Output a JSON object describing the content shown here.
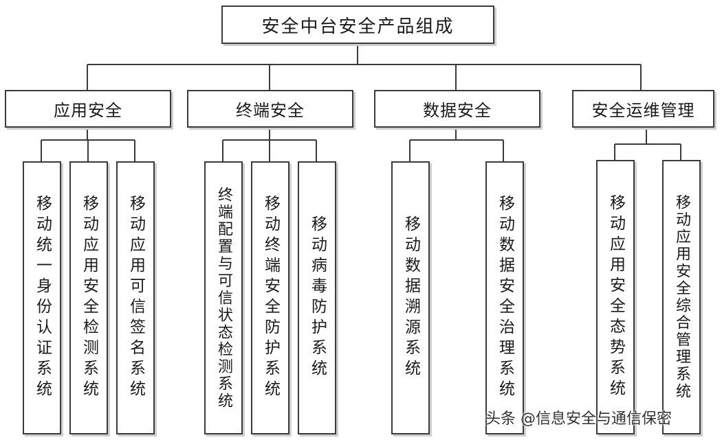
{
  "root": "安全中台安全产品组成",
  "categories": [
    {
      "name": "应用安全",
      "items": [
        "移动统一身份认证系统",
        "移动应用安全检测系统",
        "移动应用可信签名系统"
      ]
    },
    {
      "name": "终端安全",
      "items": [
        "终端配置与可信状态检测系统",
        "移动终端安全防护系统",
        "移动病毒防护系统"
      ]
    },
    {
      "name": "数据安全",
      "items": [
        "移动数据溯源系统",
        "移动数据安全治理系统"
      ]
    },
    {
      "name": "安全运维管理",
      "items": [
        "移动应用安全态势系统",
        "移动应用安全综合管理系统"
      ]
    }
  ],
  "watermark": "头条 @信息安全与通信保密",
  "colors": {
    "line": "#3a3a3a",
    "border": "#3a3a3a",
    "text": "#1a1a1a"
  }
}
